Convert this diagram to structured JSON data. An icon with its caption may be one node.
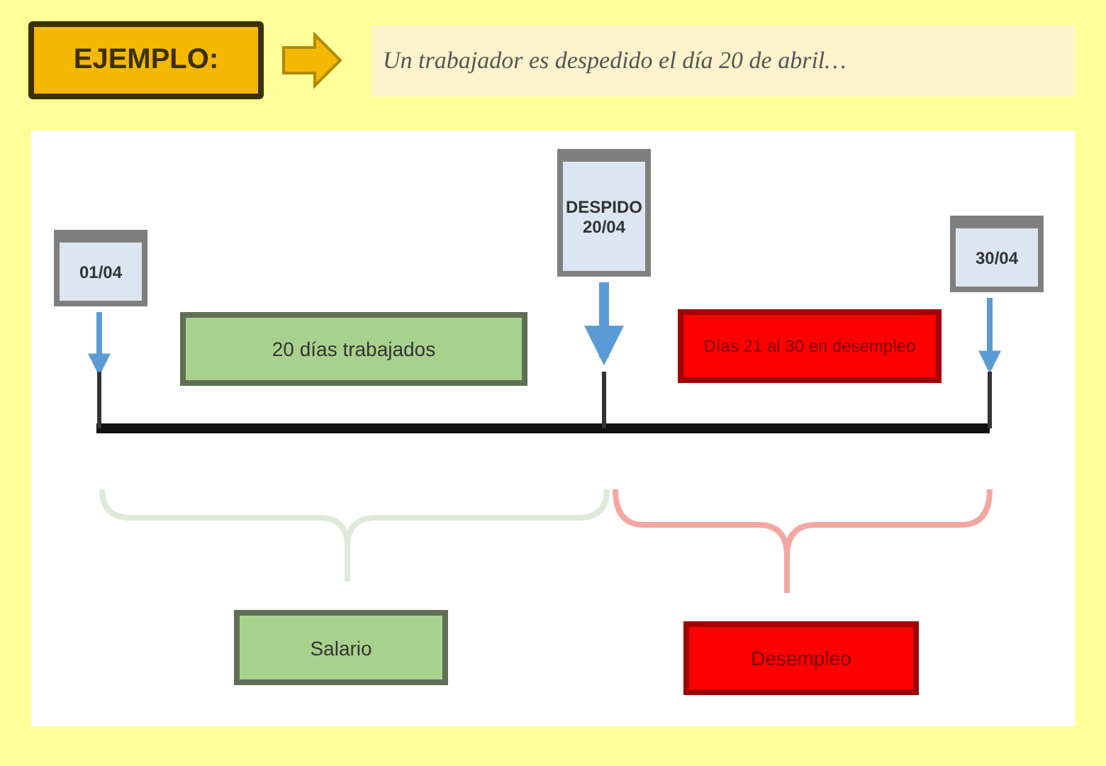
{
  "diagram": {
    "nodes": [
      {
        "text": [
          "EJEMPLO:"
        ]
      },
      {
        "text": [
          "Un trabajador es despedido el día 20 de abril…"
        ]
      },
      {
        "text": [
          "01/04"
        ]
      },
      {
        "text": [
          "DESPIDO",
          "20/04"
        ]
      },
      {
        "text": [
          "30/04"
        ]
      },
      {
        "text": [
          "20 días trabajados"
        ]
      },
      {
        "text": [
          "Días 21 al 30 en desempleo"
        ]
      },
      {
        "text": [
          "Salario"
        ]
      },
      {
        "text": [
          "Desempleo"
        ]
      },
      {
        "text": [],
        "shape": "bar"
      }
    ],
    "edges": [
      {
        "from": 0,
        "to": 1,
        "arrow": "to",
        "style": "thick",
        "color": "#f5b800"
      },
      {
        "from": 2,
        "to": 9,
        "arrow": "to"
      },
      {
        "from": 3,
        "to": 9,
        "arrow": "to"
      },
      {
        "from": 4,
        "to": 9,
        "arrow": "to"
      }
    ]
  }
}
